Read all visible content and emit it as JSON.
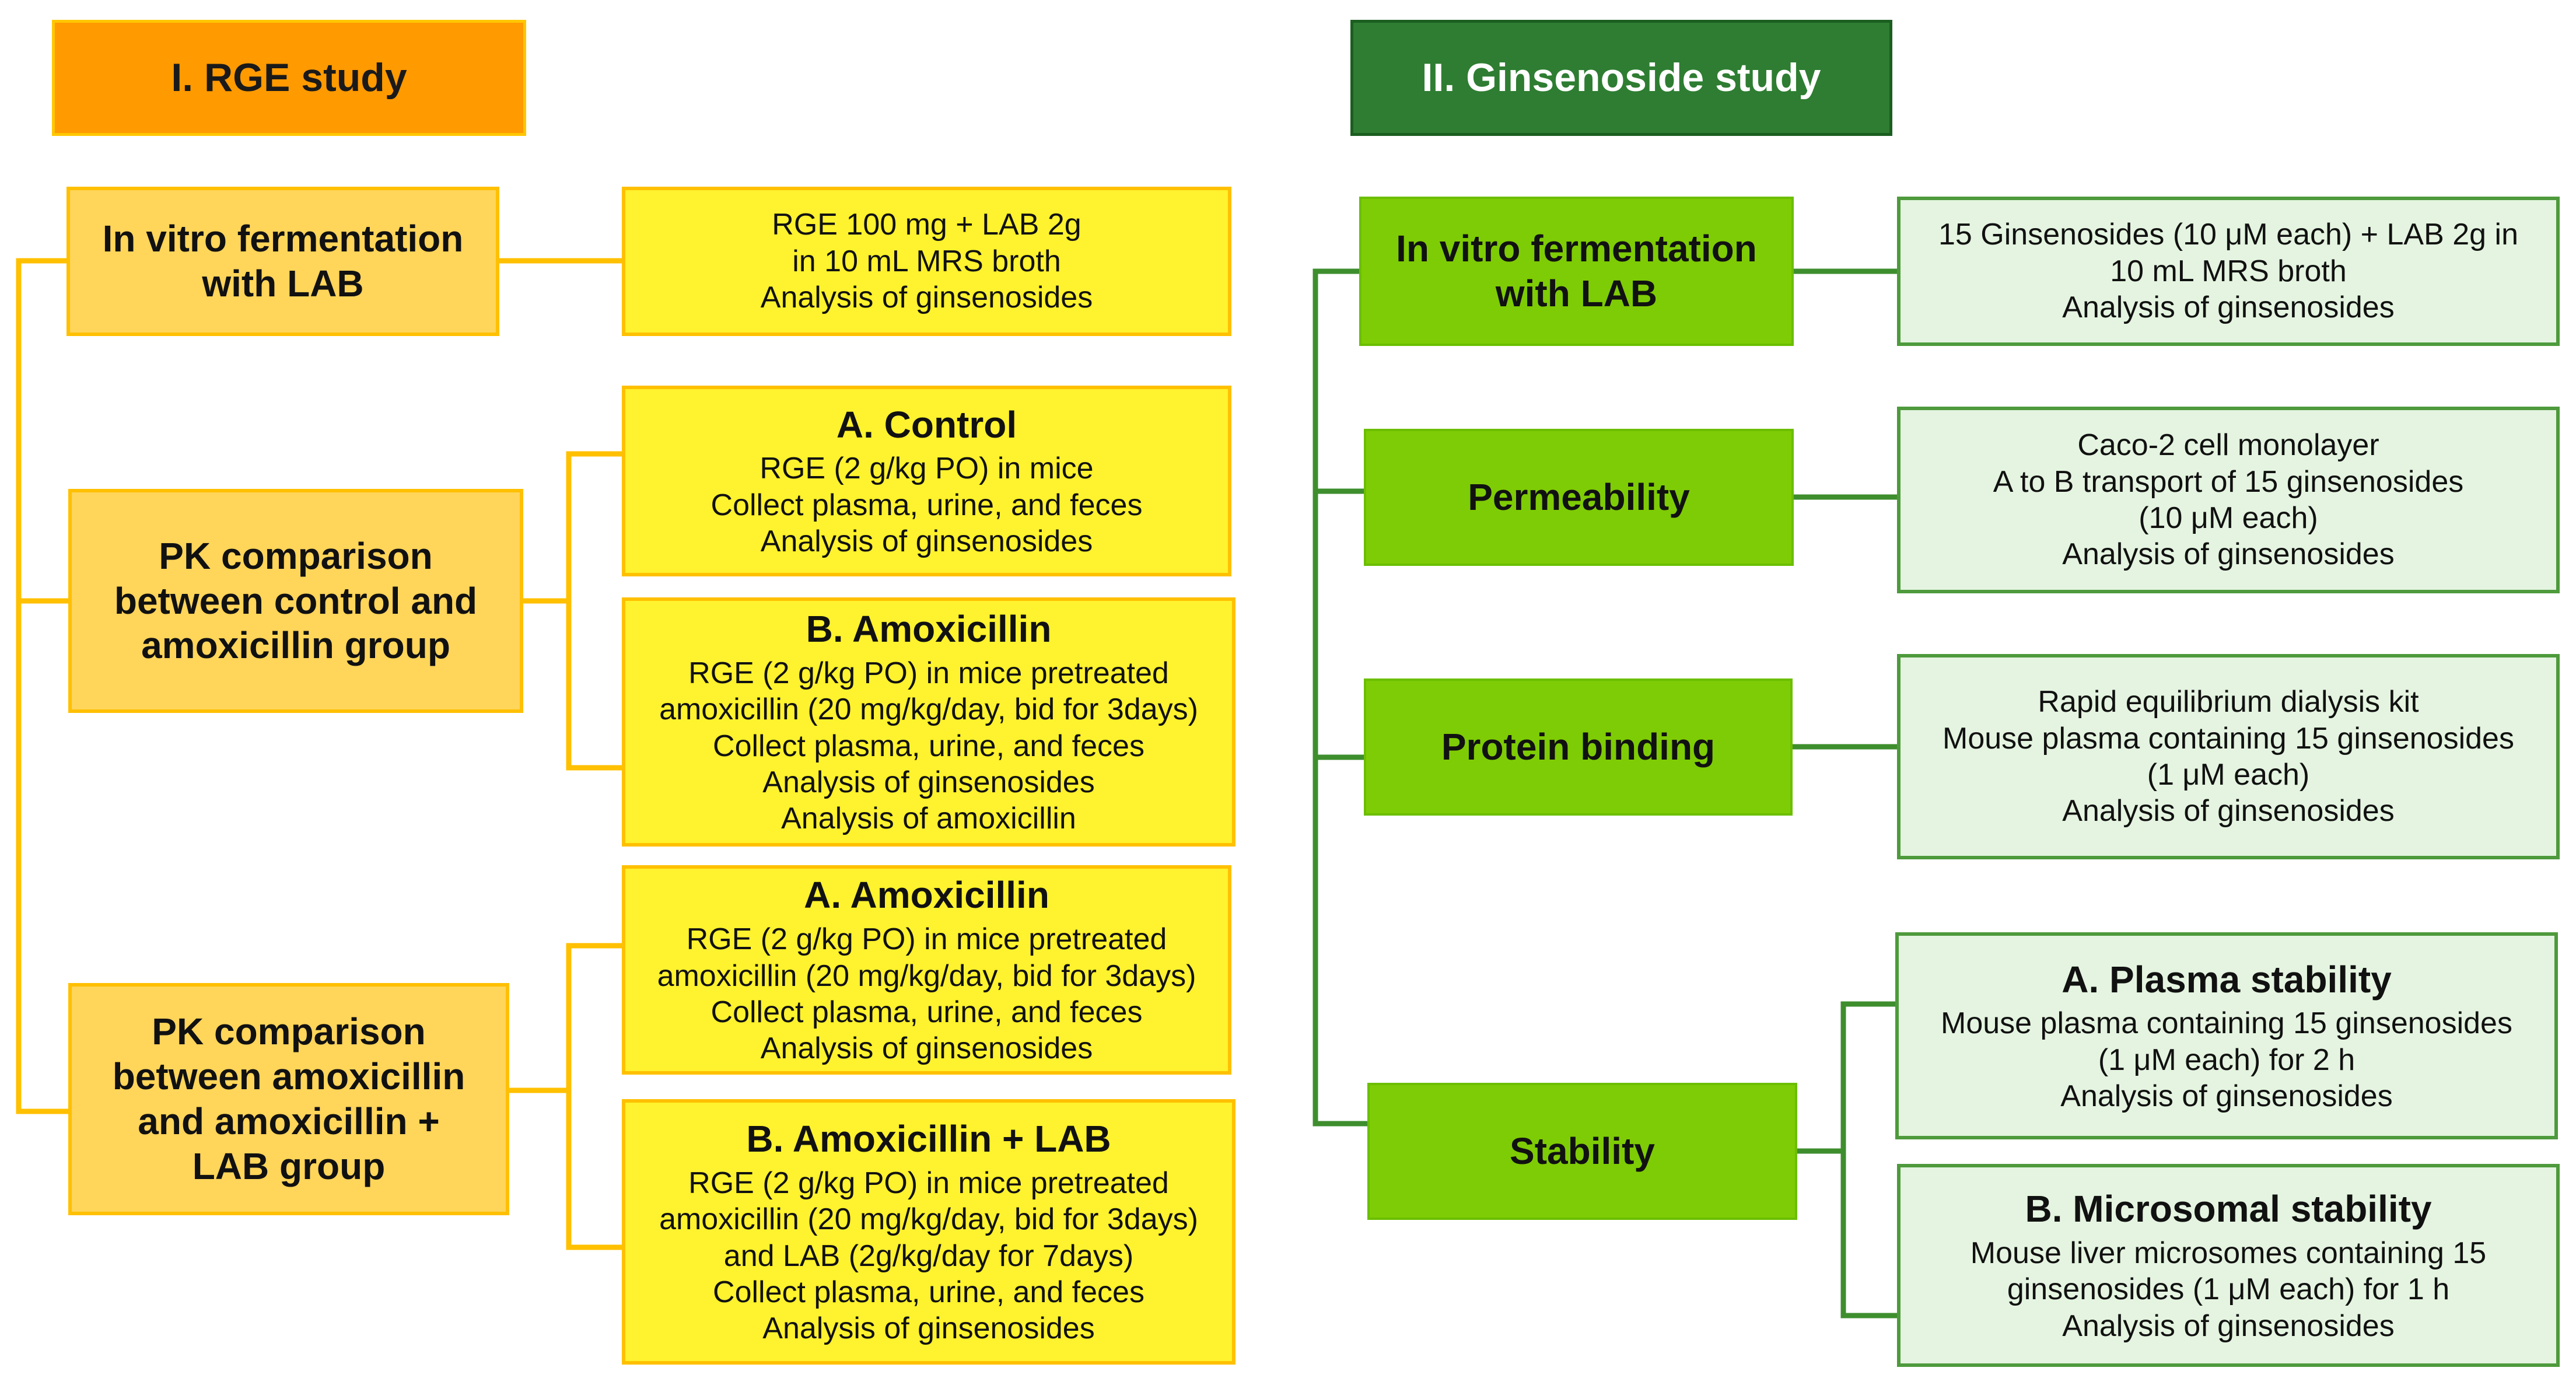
{
  "colors": {
    "rge_title_fill": "#FF9A00",
    "rge_connector": "#FFC000",
    "rge_category_fill": "#FFD55A",
    "rge_detail_fill": "#FFF22E",
    "gin_title_fill": "#2E7D32",
    "gin_connector": "#3E8E2E",
    "gin_category_fill": "#7ECC05",
    "gin_detail_fill": "#E4F4E0"
  },
  "rge_study": {
    "title": "I. RGE study",
    "fermentation": {
      "label": [
        "In vitro fermentation",
        "with LAB"
      ],
      "detail": [
        "RGE 100 mg + LAB 2g",
        "in 10 mL MRS broth",
        "Analysis of ginsenosides"
      ]
    },
    "pk_control": {
      "label": [
        "PK comparison",
        "between control and",
        "amoxicillin group"
      ],
      "control": {
        "heading": "A.  Control",
        "lines": [
          "RGE (2 g/kg PO) in mice",
          "Collect plasma, urine, and feces",
          "Analysis of ginsenosides"
        ]
      },
      "amoxicillin": {
        "heading": "B. Amoxicillin",
        "lines": [
          "RGE (2 g/kg PO) in mice pretreated",
          "amoxicillin (20 mg/kg/day, bid for 3days)",
          "Collect plasma, urine, and feces",
          "Analysis of ginsenosides",
          "Analysis of amoxicillin"
        ]
      }
    },
    "pk_lab": {
      "label": [
        "PK comparison",
        "between amoxicillin",
        "and amoxicillin +",
        "LAB group"
      ],
      "amoxicillin": {
        "heading": "A.  Amoxicillin",
        "lines": [
          "RGE (2 g/kg PO) in mice pretreated",
          "amoxicillin (20 mg/kg/day, bid for 3days)",
          "Collect plasma, urine, and feces",
          "Analysis of ginsenosides"
        ]
      },
      "amoxicillin_lab": {
        "heading": "B. Amoxicillin + LAB",
        "lines": [
          "RGE (2 g/kg PO) in mice pretreated",
          "amoxicillin (20 mg/kg/day, bid for 3days)",
          "and LAB (2g/kg/day for 7days)",
          "Collect plasma, urine, and feces",
          "Analysis of ginsenosides"
        ]
      }
    }
  },
  "ginsenoside_study": {
    "title": "II. Ginsenoside study",
    "fermentation": {
      "label": [
        "In vitro fermentation",
        "with LAB"
      ],
      "detail": [
        "15 Ginsenosides (10 μM each) + LAB 2g in",
        "10 mL MRS broth",
        "Analysis of ginsenosides"
      ]
    },
    "permeability": {
      "label": [
        "Permeability"
      ],
      "detail": [
        "Caco-2 cell monolayer",
        "A to B transport of 15 ginsenosides",
        "(10 μM each)",
        "Analysis of ginsenosides"
      ]
    },
    "protein_binding": {
      "label": [
        "Protein binding"
      ],
      "detail": [
        "Rapid equilibrium dialysis kit",
        "Mouse plasma containing 15 ginsenosides",
        "(1 μM each)",
        "Analysis of ginsenosides"
      ]
    },
    "stability": {
      "label": [
        "Stability"
      ],
      "plasma": {
        "heading": "A. Plasma stability",
        "lines": [
          "Mouse plasma containing 15 ginsenosides",
          "(1 μM each) for 2 h",
          "Analysis of ginsenosides"
        ]
      },
      "microsomal": {
        "heading": "B. Microsomal stability",
        "lines": [
          "Mouse liver microsomes containing 15",
          "ginsenosides (1 μM each) for 1 h",
          "Analysis of ginsenosides"
        ]
      }
    }
  }
}
